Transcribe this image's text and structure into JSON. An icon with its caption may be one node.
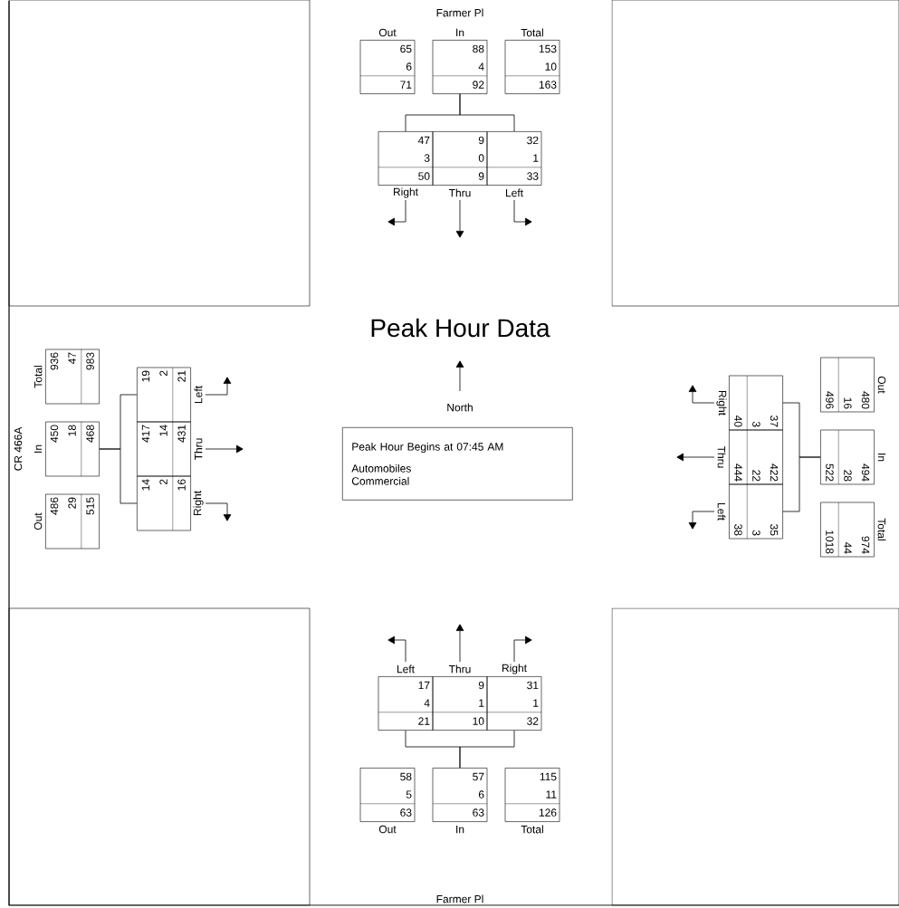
{
  "diagram": {
    "title": "Peak Hour Data",
    "nodes": [
      {
        "text": [
          "Out",
          "65",
          "6",
          "71"
        ]
      },
      {
        "text": [
          "In",
          "88",
          "4",
          "92"
        ]
      },
      {
        "text": [
          "Total",
          "153",
          "10",
          "163"
        ]
      },
      {
        "text": [
          "Right",
          "47",
          "3",
          "50"
        ]
      },
      {
        "text": [
          "Thru",
          "9",
          "0",
          "9"
        ]
      },
      {
        "text": [
          "Left",
          "32",
          "1",
          "33"
        ]
      },
      {
        "text": [
          "Out",
          "486",
          "29",
          "515"
        ]
      },
      {
        "text": [
          "In",
          "450",
          "18",
          "468"
        ]
      },
      {
        "text": [
          "Total",
          "936",
          "47",
          "983"
        ]
      },
      {
        "text": [
          "Right",
          "14",
          "2",
          "16"
        ]
      },
      {
        "text": [
          "Thru",
          "417",
          "14",
          "431"
        ]
      },
      {
        "text": [
          "Left",
          "19",
          "2",
          "21"
        ]
      },
      {
        "text": [
          "Peak Hour Begins at 07:45 AM",
          "Automobiles",
          "Commercial"
        ]
      },
      {
        "text": [
          "Out",
          "480",
          "16",
          "496"
        ]
      },
      {
        "text": [
          "In",
          "494",
          "28",
          "522"
        ]
      },
      {
        "text": [
          "Total",
          "974",
          "44",
          "1018"
        ]
      },
      {
        "text": [
          "Right",
          "37",
          "3",
          "40"
        ]
      },
      {
        "text": [
          "Thru",
          "422",
          "22",
          "444"
        ]
      },
      {
        "text": [
          "Left",
          "35",
          "3",
          "38"
        ]
      },
      {
        "text": [
          "Left",
          "17",
          "4",
          "21"
        ]
      },
      {
        "text": [
          "Thru",
          "9",
          "1",
          "10"
        ]
      },
      {
        "text": [
          "Right",
          "31",
          "1",
          "32"
        ]
      },
      {
        "text": [
          "Out",
          "58",
          "5",
          "63"
        ]
      },
      {
        "text": [
          "In",
          "57",
          "6",
          "63"
        ]
      },
      {
        "text": [
          "Total",
          "115",
          "11",
          "126"
        ]
      }
    ],
    "edges": [
      {
        "from": 1,
        "to": 3,
        "arrow": "none"
      },
      {
        "from": 1,
        "to": 5,
        "arrow": "none"
      },
      {
        "from": 3,
        "to": null,
        "arrow": "to"
      },
      {
        "from": 4,
        "to": null,
        "arrow": "to"
      },
      {
        "from": 5,
        "to": null,
        "arrow": "to"
      },
      {
        "from": 7,
        "to": 9,
        "arrow": "none"
      },
      {
        "from": 7,
        "to": 11,
        "arrow": "none"
      },
      {
        "from": 9,
        "to": null,
        "arrow": "to"
      },
      {
        "from": 10,
        "to": null,
        "arrow": "to"
      },
      {
        "from": 11,
        "to": null,
        "arrow": "to"
      },
      {
        "from": 14,
        "to": 16,
        "arrow": "none"
      },
      {
        "from": 14,
        "to": 18,
        "arrow": "none"
      },
      {
        "from": 16,
        "to": null,
        "arrow": "to"
      },
      {
        "from": 17,
        "to": null,
        "arrow": "to"
      },
      {
        "from": 18,
        "to": null,
        "arrow": "to"
      },
      {
        "from": 23,
        "to": 19,
        "arrow": "none"
      },
      {
        "from": 23,
        "to": 21,
        "arrow": "none"
      },
      {
        "from": 19,
        "to": null,
        "arrow": "to"
      },
      {
        "from": 20,
        "to": null,
        "arrow": "to"
      },
      {
        "from": 21,
        "to": null,
        "arrow": "to"
      }
    ],
    "labels": [
      "Farmer Pl",
      "North",
      "CR 466A",
      "Farmer Pl"
    ]
  }
}
